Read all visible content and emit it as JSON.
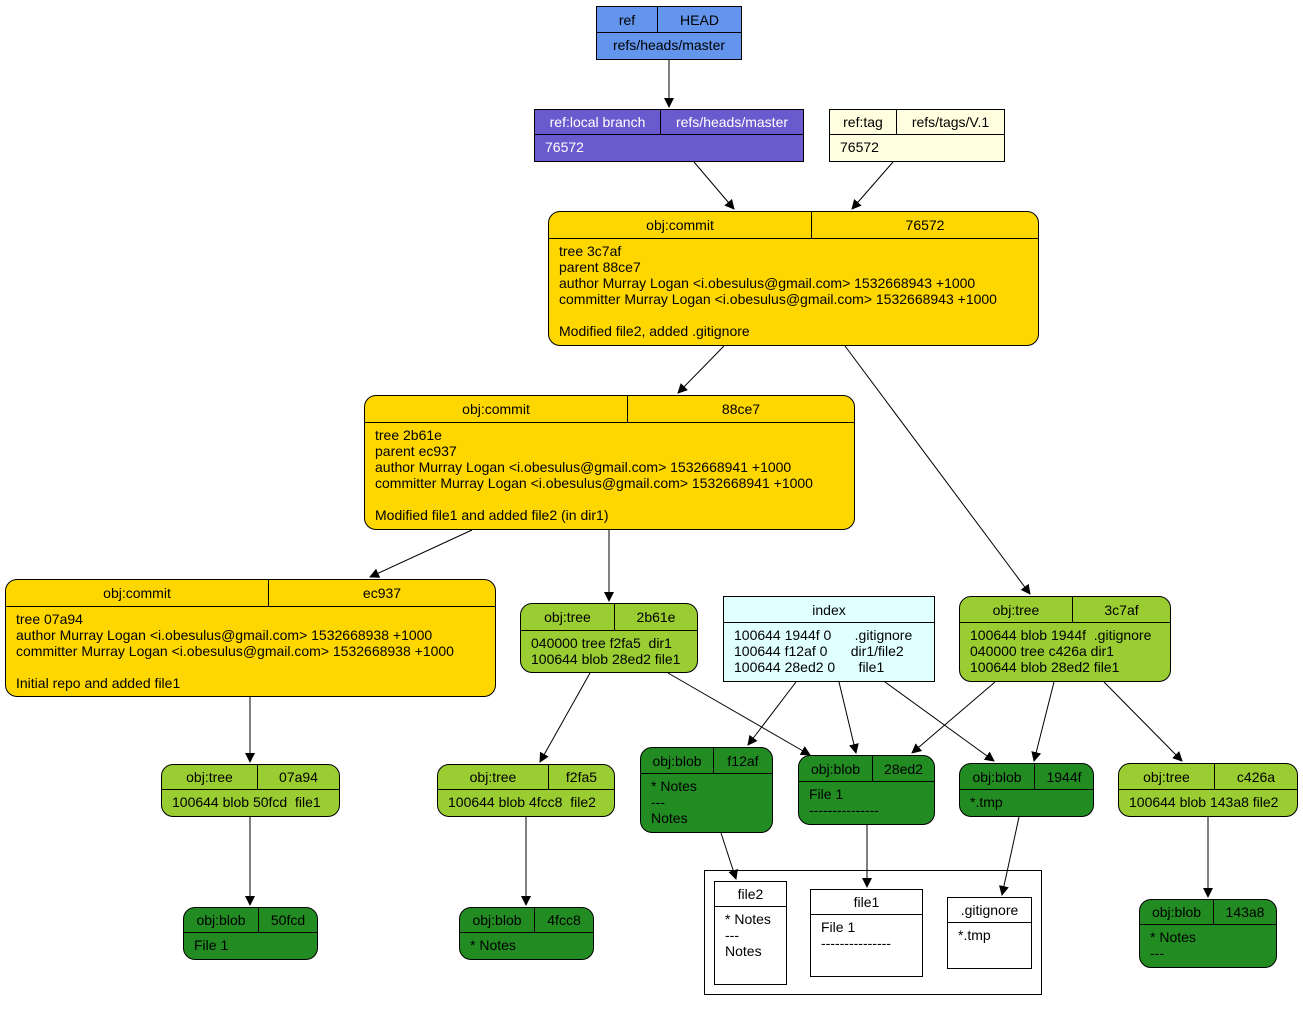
{
  "nodes": {
    "head": {
      "k": "ref",
      "v": "HEAD",
      "body": "refs/heads/master",
      "color": "#6495ed"
    },
    "master": {
      "k": "ref:local branch",
      "v": "refs/heads/master",
      "body": "76572",
      "color": "#6a5acd"
    },
    "tag": {
      "k": "ref:tag",
      "v": "refs/tags/V.1",
      "body": "76572",
      "color": "#ffffe0"
    },
    "c76572": {
      "k": "obj:commit",
      "v": "76572",
      "body": "tree 3c7af\nparent 88ce7\nauthor Murray Logan <i.obesulus@gmail.com> 1532668943 +1000\ncommitter Murray Logan <i.obesulus@gmail.com> 1532668943 +1000\n\nModified file2, added .gitignore",
      "color": "#ffd700"
    },
    "c88ce7": {
      "k": "obj:commit",
      "v": "88ce7",
      "body": "tree 2b61e\nparent ec937\nauthor Murray Logan <i.obesulus@gmail.com> 1532668941 +1000\ncommitter Murray Logan <i.obesulus@gmail.com> 1532668941 +1000\n\nModified file1 and added file2 (in dir1)",
      "color": "#ffd700"
    },
    "cec937": {
      "k": "obj:commit",
      "v": "ec937",
      "body": "tree 07a94\nauthor Murray Logan <i.obesulus@gmail.com> 1532668938 +1000\ncommitter Murray Logan <i.obesulus@gmail.com> 1532668938 +1000\n\nInitial repo and added file1",
      "color": "#ffd700"
    },
    "t2b61e": {
      "k": "obj:tree",
      "v": "2b61e",
      "body": "040000 tree f2fa5  dir1\n100644 blob 28ed2 file1",
      "color": "#9acd32"
    },
    "index": {
      "k": "index",
      "body": "100644 1944f 0      .gitignore\n100644 f12af 0      dir1/file2\n100644 28ed2 0      file1",
      "color": "#e0ffff"
    },
    "t3c7af": {
      "k": "obj:tree",
      "v": "3c7af",
      "body": "100644 blob 1944f  .gitignore\n040000 tree c426a dir1\n100644 blob 28ed2 file1",
      "color": "#9acd32"
    },
    "t07a94": {
      "k": "obj:tree",
      "v": "07a94",
      "body": "100644 blob 50fcd  file1",
      "color": "#9acd32"
    },
    "tf2fa5": {
      "k": "obj:tree",
      "v": "f2fa5",
      "body": "100644 blob 4fcc8  file2",
      "color": "#9acd32"
    },
    "bf12af": {
      "k": "obj:blob",
      "v": "f12af",
      "body": "* Notes\n---\nNotes",
      "color": "#228b22"
    },
    "b28ed2": {
      "k": "obj:blob",
      "v": "28ed2",
      "body": "File 1\n---------------",
      "color": "#228b22"
    },
    "b1944f": {
      "k": "obj:blob",
      "v": "1944f",
      "body": "*.tmp",
      "color": "#228b22"
    },
    "tc426a": {
      "k": "obj:tree",
      "v": "c426a",
      "body": "100644 blob 143a8 file2",
      "color": "#9acd32"
    },
    "b50fcd": {
      "k": "obj:blob",
      "v": "50fcd",
      "body": "File 1",
      "color": "#228b22"
    },
    "b4fcc8": {
      "k": "obj:blob",
      "v": "4fcc8",
      "body": "* Notes",
      "color": "#228b22"
    },
    "b143a8": {
      "k": "obj:blob",
      "v": "143a8",
      "body": "* Notes\n---",
      "color": "#228b22"
    }
  },
  "workdir": {
    "files": {
      "file2": {
        "title": "file2",
        "body": "* Notes\n---\nNotes"
      },
      "file1": {
        "title": "file1",
        "body": "File 1\n---------------"
      },
      "gitignore": {
        "title": ".gitignore",
        "body": "*.tmp"
      }
    }
  },
  "edges": [
    [
      "head",
      "master"
    ],
    [
      "master",
      "c76572"
    ],
    [
      "tag",
      "c76572"
    ],
    [
      "c76572",
      "c88ce7"
    ],
    [
      "c76572",
      "t3c7af"
    ],
    [
      "c88ce7",
      "cec937"
    ],
    [
      "c88ce7",
      "t2b61e"
    ],
    [
      "cec937",
      "t07a94"
    ],
    [
      "t07a94",
      "b50fcd"
    ],
    [
      "t2b61e",
      "tf2fa5"
    ],
    [
      "t2b61e",
      "b28ed2"
    ],
    [
      "tf2fa5",
      "b4fcc8"
    ],
    [
      "index",
      "bf12af"
    ],
    [
      "index",
      "b28ed2"
    ],
    [
      "index",
      "b1944f"
    ],
    [
      "t3c7af",
      "b28ed2"
    ],
    [
      "t3c7af",
      "b1944f"
    ],
    [
      "t3c7af",
      "tc426a"
    ],
    [
      "tc426a",
      "b143a8"
    ],
    [
      "bf12af",
      "wf2"
    ],
    [
      "b28ed2",
      "wf1"
    ],
    [
      "b1944f",
      "wgi"
    ]
  ]
}
